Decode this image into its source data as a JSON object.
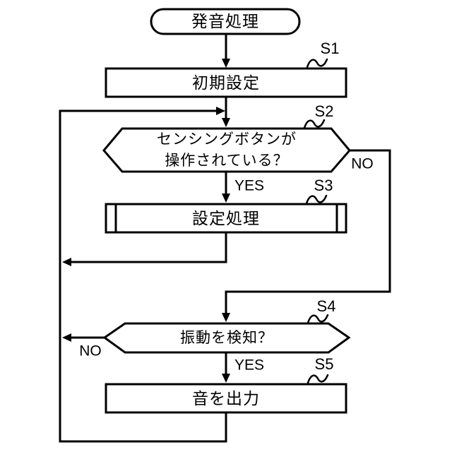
{
  "page": {
    "background": "#ffffff",
    "ink": "#000000"
  },
  "nodes": {
    "start": {
      "type": "terminal",
      "label": "発音処理"
    },
    "s1": {
      "type": "process",
      "step": "S1",
      "label": "初期設定"
    },
    "s2": {
      "type": "decision",
      "step": "S2",
      "label_line1": "センシングボタンが",
      "label_line2": "操作されている？",
      "yes_label": "YES",
      "no_label": "NO"
    },
    "s3": {
      "type": "predefined_process",
      "step": "S3",
      "label": "設定処理"
    },
    "s4": {
      "type": "decision",
      "step": "S4",
      "label": "振動を検知？",
      "yes_label": "YES",
      "no_label": "NO"
    },
    "s5": {
      "type": "process",
      "step": "S5",
      "label": "音を出力"
    }
  }
}
